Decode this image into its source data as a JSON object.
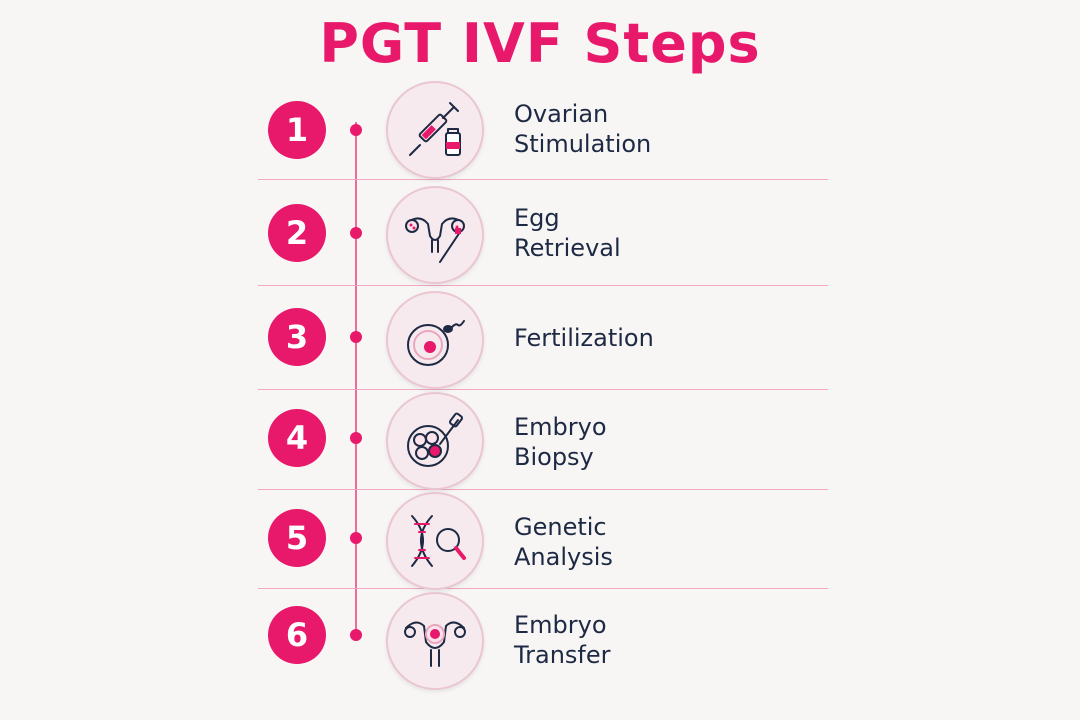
{
  "title": "PGT IVF Steps",
  "colors": {
    "accent": "#e8196b",
    "text": "#1e2a44",
    "background": "#f8f6f5"
  },
  "steps": [
    {
      "number": "1",
      "line1": "Ovarian",
      "line2": "Stimulation",
      "icon": "syringe-vial-icon"
    },
    {
      "number": "2",
      "line1": "Egg",
      "line2": "Retrieval",
      "icon": "uterus-needle-icon"
    },
    {
      "number": "3",
      "line1": "Fertilization",
      "line2": "",
      "icon": "egg-sperm-icon"
    },
    {
      "number": "4",
      "line1": "Embryo",
      "line2": "Biopsy",
      "icon": "embryo-pipette-icon"
    },
    {
      "number": "5",
      "line1": "Genetic",
      "line2": "Analysis",
      "icon": "dna-magnifier-icon"
    },
    {
      "number": "6",
      "line1": "Embryo",
      "line2": "Transfer",
      "icon": "uterus-embryo-icon"
    }
  ]
}
